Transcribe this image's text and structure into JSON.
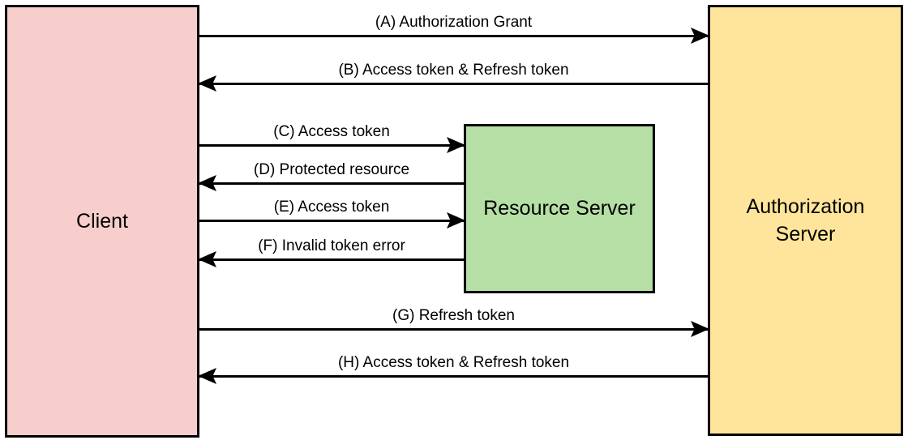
{
  "nodes": [
    {
      "id": "client",
      "label": "Client",
      "fill": "#F8CECC"
    },
    {
      "id": "resource-server",
      "label": "Resource Server",
      "fill": "#B5DFA4"
    },
    {
      "id": "authorization-server",
      "label": "Authorization Server",
      "fill": "#FFE59B"
    }
  ],
  "arrows": [
    {
      "id": "A",
      "label": "(A) Authorization Grant",
      "from": "Client",
      "to": "Authorization Server",
      "direction": "right"
    },
    {
      "id": "B",
      "label": "(B) Access token & Refresh token",
      "from": "Authorization Server",
      "to": "Client",
      "direction": "left"
    },
    {
      "id": "C",
      "label": "(C) Access token",
      "from": "Client",
      "to": "Resource Server",
      "direction": "right"
    },
    {
      "id": "D",
      "label": "(D) Protected resource",
      "from": "Resource Server",
      "to": "Client",
      "direction": "left"
    },
    {
      "id": "E",
      "label": "(E) Access token",
      "from": "Client",
      "to": "Resource Server",
      "direction": "right"
    },
    {
      "id": "F",
      "label": "(F) Invalid token error",
      "from": "Resource Server",
      "to": "Client",
      "direction": "left"
    },
    {
      "id": "G",
      "label": "(G) Refresh token",
      "from": "Client",
      "to": "Authorization Server",
      "direction": "right"
    },
    {
      "id": "H",
      "label": "(H) Access token & Refresh token",
      "from": "Authorization Server",
      "to": "Client",
      "direction": "left"
    }
  ],
  "colors": {
    "background": "#FFFFFF",
    "border": "#000000",
    "text": "#000000",
    "arrow": "#000000",
    "client_fill": "#F8CECC",
    "resource_server_fill": "#B5DFA4",
    "authorization_server_fill": "#FFE59B"
  }
}
